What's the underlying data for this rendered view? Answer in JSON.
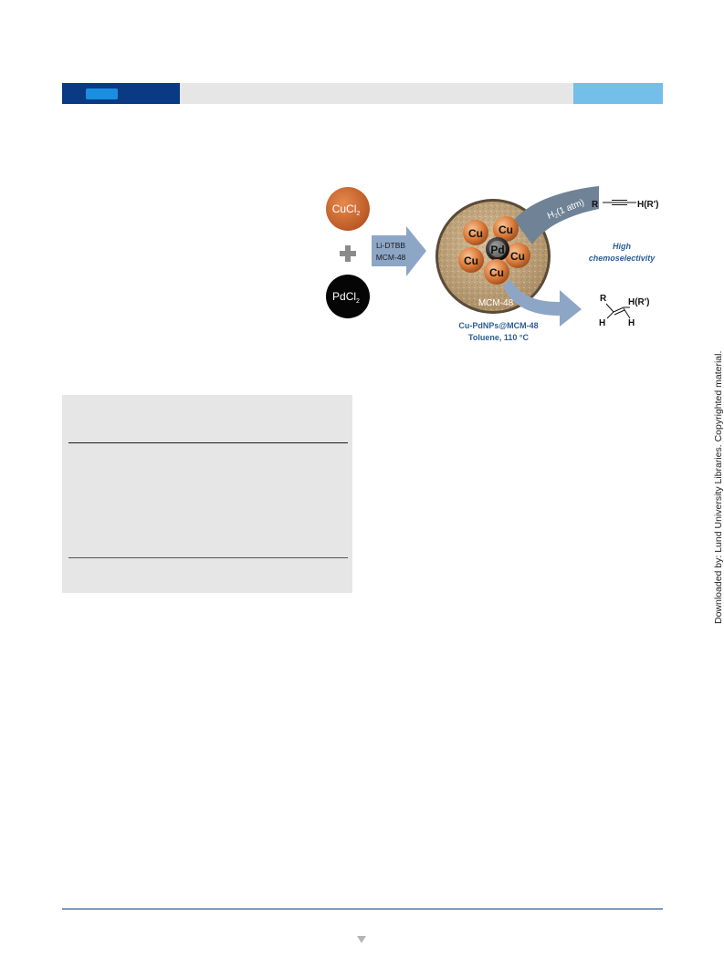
{
  "figure": {
    "reagent1": "CuCl",
    "reagent1_sub": "2",
    "plus": "+",
    "reagent2": "PdCl",
    "reagent2_sub": "2",
    "arrow_line1": "Li-DTBB",
    "arrow_line2": "MCM-48",
    "particle_cu": "Cu",
    "particle_pd": "Pd",
    "support_label": "MCM-48",
    "h2_label_main": "H",
    "h2_label_sub": "2",
    "h2_label_rest": "(1 atm)",
    "catalyst_line1": "Cu-PdNPs@MCM-48",
    "catalyst_line2": "Toluene, 110 °C",
    "selectivity_line1": "High",
    "selectivity_line2": "chemoselectivity",
    "alkyne_r": "R",
    "alkyne_h": "H(R')",
    "alkene_r": "R",
    "alkene_hr": "H(R')",
    "alkene_h1": "H",
    "alkene_h2": "H"
  },
  "sidebar_note": "Downloaded by: Lund University Libraries. Copyrighted material.",
  "colors": {
    "header_dark": "#0b3a84",
    "header_chip": "#1a8fdf",
    "header_gray": "#e6e6e6",
    "header_light": "#73bfe9",
    "cucl2": "#d4692e",
    "pdcl2": "#050505",
    "arrow_blue": "#8ea6c6",
    "support_tan": "#c7aa80",
    "sphere_copper": "#e58a3c",
    "caption_blue": "#2c5d97"
  }
}
